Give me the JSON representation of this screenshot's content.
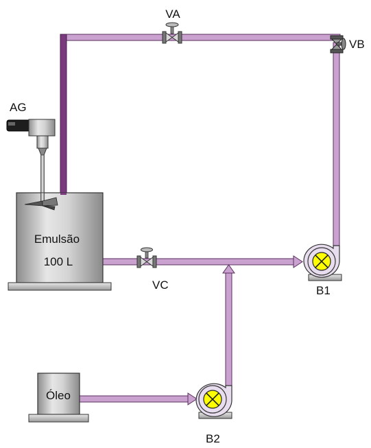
{
  "labels": {
    "valve_a": "VA",
    "valve_b": "VB",
    "valve_c": "VC",
    "agitator": "AG",
    "tank_name": "Emulsão",
    "tank_volume": "100 L",
    "pump_1": "B1",
    "pump_2": "B2",
    "oil_tank": "Óleo"
  },
  "colors": {
    "pipe_fill": "#c9a2cf",
    "pipe_edge": "#5b2d5f",
    "pipe_dark": "#7a3a7e",
    "pump_body": "#e7ddee",
    "pump_disc": "#ffff00",
    "tank_fill": "#cfcfcf"
  }
}
